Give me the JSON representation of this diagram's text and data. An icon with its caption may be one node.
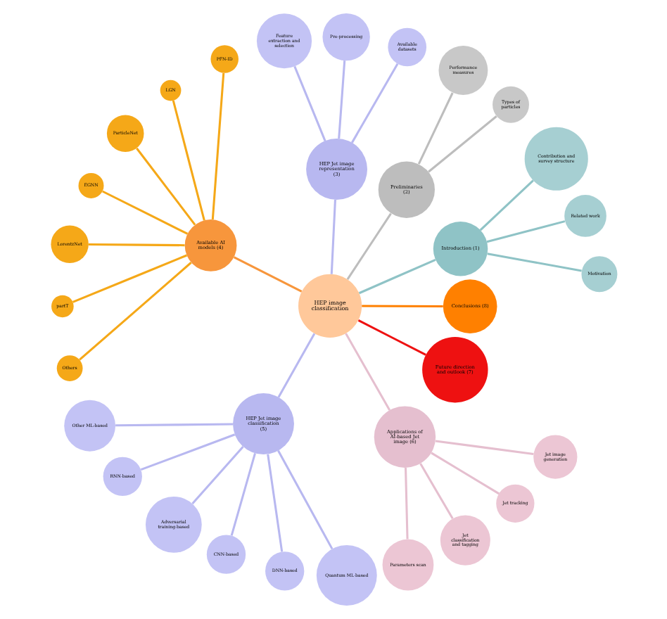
{
  "diagram": {
    "nodes": [
      {
        "text": [
          "HEP image classification"
        ]
      },
      {
        "text": [
          "Introduction (1)"
        ]
      },
      {
        "text": [
          "Motivation"
        ]
      },
      {
        "text": [
          "Related work"
        ]
      },
      {
        "text": [
          "Contribution and survey structure"
        ]
      },
      {
        "text": [
          "Preliminaries (2)"
        ]
      },
      {
        "text": [
          "Types of particles"
        ]
      },
      {
        "text": [
          "Performance measures"
        ]
      },
      {
        "text": [
          "HEP Jet image representation (3)"
        ]
      },
      {
        "text": [
          "Available datasets"
        ]
      },
      {
        "text": [
          "Pre-processing"
        ]
      },
      {
        "text": [
          "Feature extraction and selection"
        ]
      },
      {
        "text": [
          "Available AI models (4)"
        ]
      },
      {
        "text": [
          "PFN-ID"
        ]
      },
      {
        "text": [
          "LGN"
        ]
      },
      {
        "text": [
          "ParticleNet"
        ]
      },
      {
        "text": [
          "EGNN"
        ]
      },
      {
        "text": [
          "LorentzNet"
        ]
      },
      {
        "text": [
          "partT"
        ]
      },
      {
        "text": [
          "Others"
        ]
      },
      {
        "text": [
          "HEP Jet image classification (5)"
        ]
      },
      {
        "text": [
          "Other ML-based"
        ]
      },
      {
        "text": [
          "RNN-based"
        ]
      },
      {
        "text": [
          "Adversarial training-based"
        ]
      },
      {
        "text": [
          "CNN-based"
        ]
      },
      {
        "text": [
          "DNN-based"
        ]
      },
      {
        "text": [
          "Quantum ML-based"
        ]
      },
      {
        "text": [
          "Applications of AI-based Jet image (6)"
        ]
      },
      {
        "text": [
          "Parameters scan"
        ]
      },
      {
        "text": [
          "Jet classification and tagging"
        ]
      },
      {
        "text": [
          "Jet tracking"
        ]
      },
      {
        "text": [
          "Jet image generation"
        ]
      },
      {
        "text": [
          "Future direction and outlook (7)"
        ]
      },
      {
        "text": [
          "Conclusions (8)"
        ]
      }
    ],
    "edges": [
      {
        "from": 0,
        "to": 1,
        "arrow": "none",
        "color": "#8fc3c6"
      },
      {
        "from": 1,
        "to": 2,
        "arrow": "none",
        "color": "#8fc3c6"
      },
      {
        "from": 1,
        "to": 3,
        "arrow": "none",
        "color": "#8fc3c6"
      },
      {
        "from": 1,
        "to": 4,
        "arrow": "none",
        "color": "#8fc3c6"
      },
      {
        "from": 0,
        "to": 5,
        "arrow": "none",
        "color": "#bdbdbd"
      },
      {
        "from": 5,
        "to": 6,
        "arrow": "none",
        "color": "#bdbdbd"
      },
      {
        "from": 5,
        "to": 7,
        "arrow": "none",
        "color": "#bdbdbd"
      },
      {
        "from": 0,
        "to": 8,
        "arrow": "none",
        "color": "#b8b8f0"
      },
      {
        "from": 8,
        "to": 9,
        "arrow": "none",
        "color": "#b8b8f0"
      },
      {
        "from": 8,
        "to": 10,
        "arrow": "none",
        "color": "#b8b8f0"
      },
      {
        "from": 8,
        "to": 11,
        "arrow": "none",
        "color": "#b8b8f0"
      },
      {
        "from": 0,
        "to": 12,
        "arrow": "none",
        "color": "#f7963c"
      },
      {
        "from": 12,
        "to": 13,
        "arrow": "none",
        "color": "#f5a818"
      },
      {
        "from": 12,
        "to": 14,
        "arrow": "none",
        "color": "#f5a818"
      },
      {
        "from": 12,
        "to": 15,
        "arrow": "none",
        "color": "#f5a818"
      },
      {
        "from": 12,
        "to": 16,
        "arrow": "none",
        "color": "#f5a818"
      },
      {
        "from": 12,
        "to": 17,
        "arrow": "none",
        "color": "#f5a818"
      },
      {
        "from": 12,
        "to": 18,
        "arrow": "none",
        "color": "#f5a818"
      },
      {
        "from": 12,
        "to": 19,
        "arrow": "none",
        "color": "#f5a818"
      },
      {
        "from": 0,
        "to": 20,
        "arrow": "none",
        "color": "#b8b8f0"
      },
      {
        "from": 20,
        "to": 21,
        "arrow": "none",
        "color": "#b8b8f0"
      },
      {
        "from": 20,
        "to": 22,
        "arrow": "none",
        "color": "#b8b8f0"
      },
      {
        "from": 20,
        "to": 23,
        "arrow": "none",
        "color": "#b8b8f0"
      },
      {
        "from": 20,
        "to": 24,
        "arrow": "none",
        "color": "#b8b8f0"
      },
      {
        "from": 20,
        "to": 25,
        "arrow": "none",
        "color": "#b8b8f0"
      },
      {
        "from": 20,
        "to": 26,
        "arrow": "none",
        "color": "#b8b8f0"
      },
      {
        "from": 0,
        "to": 27,
        "arrow": "none",
        "color": "#e5bfcf"
      },
      {
        "from": 27,
        "to": 28,
        "arrow": "none",
        "color": "#e5bfcf"
      },
      {
        "from": 27,
        "to": 29,
        "arrow": "none",
        "color": "#e5bfcf"
      },
      {
        "from": 27,
        "to": 30,
        "arrow": "none",
        "color": "#e5bfcf"
      },
      {
        "from": 27,
        "to": 31,
        "arrow": "none",
        "color": "#e5bfcf"
      },
      {
        "from": 0,
        "to": 32,
        "arrow": "none",
        "color": "#ee1111"
      },
      {
        "from": 0,
        "to": 33,
        "arrow": "none",
        "color": "#ff8000"
      }
    ]
  }
}
